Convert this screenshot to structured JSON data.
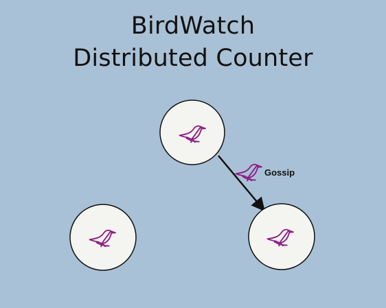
{
  "slide": {
    "title_line_1": "BirdWatch",
    "title_line_2": "Distributed Counter",
    "background_color": "#a9c1d6"
  },
  "diagram": {
    "node_fill": "#f4f4f1",
    "node_stroke": "#111111",
    "bird_color": "#8d1b84",
    "edge": {
      "from": "top-node",
      "to": "right-node",
      "label": "Gossip",
      "icon": "bird-icon",
      "arrow_color": "#111111"
    },
    "nodes": [
      {
        "id": "top-node",
        "icon": "bird-icon"
      },
      {
        "id": "left-node",
        "icon": "bird-icon"
      },
      {
        "id": "right-node",
        "icon": "bird-icon"
      }
    ]
  }
}
